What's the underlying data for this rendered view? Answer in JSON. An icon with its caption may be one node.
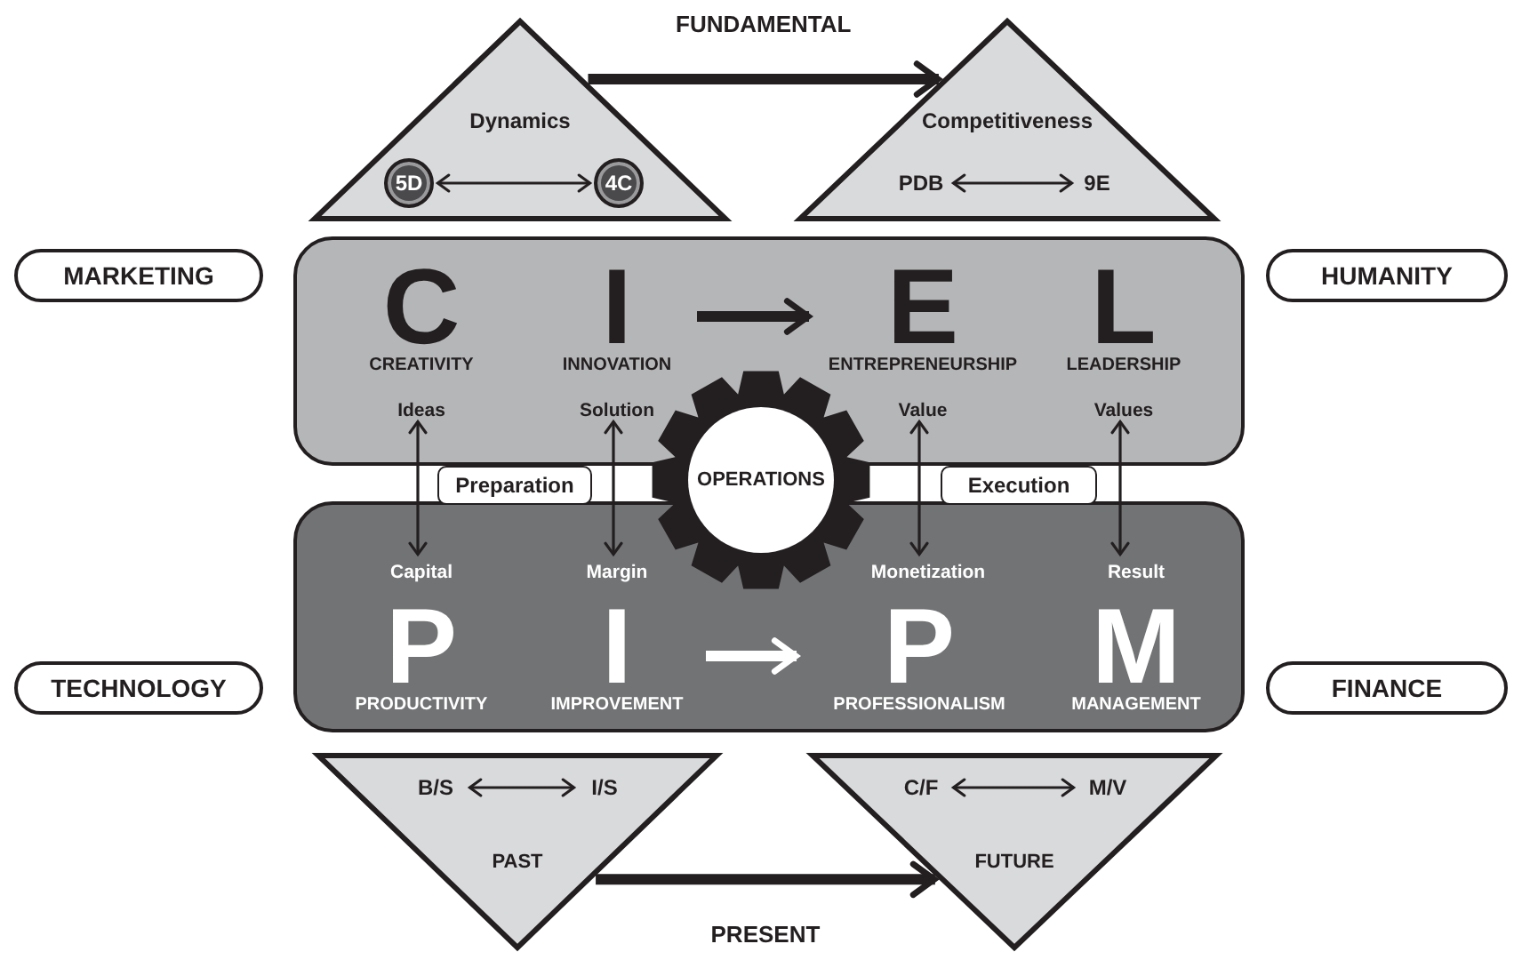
{
  "diagram": {
    "nodes": [
      {
        "text": [
          "Dynamics"
        ]
      },
      {
        "text": [
          "5D"
        ],
        "in": 0
      },
      {
        "text": [
          "4C"
        ],
        "in": 0
      },
      {
        "text": [
          "Competitiveness"
        ]
      },
      {
        "text": [
          "PDB"
        ],
        "in": 3
      },
      {
        "text": [
          "9E"
        ],
        "in": 3
      },
      {
        "text": [
          "MARKETING"
        ]
      },
      {
        "text": [
          "HUMANITY"
        ]
      },
      {
        "text": [],
        "shape": "box"
      },
      {
        "text": [
          "C",
          "CREATIVITY"
        ],
        "in": 8
      },
      {
        "text": [
          "Ideas"
        ],
        "in": 8
      },
      {
        "text": [
          "I",
          "INNOVATION"
        ],
        "in": 8
      },
      {
        "text": [
          "Solution"
        ],
        "in": 8
      },
      {
        "text": [
          "E",
          "ENTREPRENEURSHIP"
        ],
        "in": 8
      },
      {
        "text": [
          "Value"
        ],
        "in": 8
      },
      {
        "text": [
          "L",
          "LEADERSHIP"
        ],
        "in": 8
      },
      {
        "text": [
          "Values"
        ],
        "in": 8
      },
      {
        "text": [
          "Preparation"
        ]
      },
      {
        "text": [
          "OPERATIONS"
        ]
      },
      {
        "text": [
          "Execution"
        ]
      },
      {
        "text": [
          "TECHNOLOGY"
        ]
      },
      {
        "text": [
          "FINANCE"
        ]
      },
      {
        "text": [],
        "shape": "box"
      },
      {
        "text": [
          "Capital"
        ],
        "in": 22
      },
      {
        "text": [
          "P",
          "PRODUCTIVITY"
        ],
        "in": 22
      },
      {
        "text": [
          "Margin"
        ],
        "in": 22
      },
      {
        "text": [
          "I",
          "IMPROVEMENT"
        ],
        "in": 22
      },
      {
        "text": [
          "Monetization"
        ],
        "in": 22
      },
      {
        "text": [
          "P",
          "PROFESSIONALISM"
        ],
        "in": 22
      },
      {
        "text": [
          "Result"
        ],
        "in": 22
      },
      {
        "text": [
          "M",
          "MANAGEMENT"
        ],
        "in": 22
      },
      {
        "text": [
          "PAST"
        ]
      },
      {
        "text": [
          "B/S"
        ],
        "in": 31
      },
      {
        "text": [
          "I/S"
        ],
        "in": 31
      },
      {
        "text": [
          "FUTURE"
        ]
      },
      {
        "text": [
          "C/F"
        ],
        "in": 34
      },
      {
        "text": [
          "M/V"
        ],
        "in": 34
      }
    ],
    "edges": [
      {
        "from": 0,
        "to": 3,
        "arrow": "to",
        "label": "FUNDAMENTAL",
        "style": "thick"
      },
      {
        "from": 1,
        "to": 2,
        "arrow": "both"
      },
      {
        "from": 4,
        "to": 5,
        "arrow": "both"
      },
      {
        "from": 11,
        "to": 13,
        "arrow": "to",
        "style": "thick"
      },
      {
        "from": 10,
        "to": 23,
        "arrow": "both"
      },
      {
        "from": 12,
        "to": 25,
        "arrow": "both"
      },
      {
        "from": 14,
        "to": 27,
        "arrow": "both"
      },
      {
        "from": 16,
        "to": 29,
        "arrow": "both"
      },
      {
        "from": 26,
        "to": 28,
        "arrow": "to",
        "style": "thick",
        "color": "#ffffff"
      },
      {
        "from": 32,
        "to": 33,
        "arrow": "both"
      },
      {
        "from": 35,
        "to": 36,
        "arrow": "both"
      },
      {
        "from": 31,
        "to": 34,
        "arrow": "to",
        "label": "PRESENT",
        "style": "thick"
      }
    ]
  }
}
